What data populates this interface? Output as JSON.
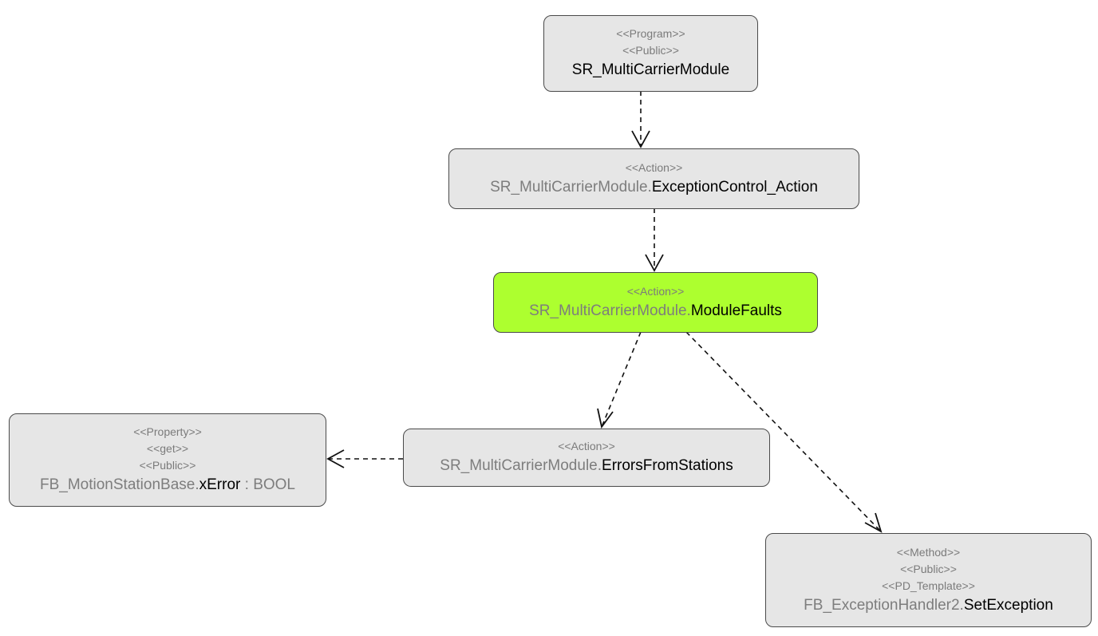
{
  "colors": {
    "node_fill": "#e6e6e6",
    "node_highlight": "#adff2f",
    "node_border": "#4a4a4a",
    "muted_text": "#7d7d7d",
    "main_text": "#000000"
  },
  "nodes": {
    "program": {
      "stereotypes": [
        "<<Program>>",
        "<<Public>>"
      ],
      "owner": "",
      "member": "SR_MultiCarrierModule",
      "type": ""
    },
    "exception_control": {
      "stereotypes": [
        "<<Action>>"
      ],
      "owner": "SR_MultiCarrierModule.",
      "member": "ExceptionControl_Action",
      "type": ""
    },
    "module_faults": {
      "stereotypes": [
        "<<Action>>"
      ],
      "owner": "SR_MultiCarrierModule.",
      "member": "ModuleFaults",
      "type": ""
    },
    "errors_from_stations": {
      "stereotypes": [
        "<<Action>>"
      ],
      "owner": "SR_MultiCarrierModule.",
      "member": "ErrorsFromStations",
      "type": ""
    },
    "xerror": {
      "stereotypes": [
        "<<Property>>",
        "<<get>>",
        "<<Public>>"
      ],
      "owner": "FB_MotionStationBase.",
      "member": "xError",
      "type": " : BOOL"
    },
    "set_exception": {
      "stereotypes": [
        "<<Method>>",
        "<<Public>>",
        "<<PD_Template>>"
      ],
      "owner": "FB_ExceptionHandler2.",
      "member": "SetException",
      "type": ""
    }
  },
  "edges": [
    {
      "from": "program",
      "to": "exception_control",
      "style": "dashed"
    },
    {
      "from": "exception_control",
      "to": "module_faults",
      "style": "dashed"
    },
    {
      "from": "module_faults",
      "to": "errors_from_stations",
      "style": "dashed"
    },
    {
      "from": "module_faults",
      "to": "set_exception",
      "style": "dashed"
    },
    {
      "from": "errors_from_stations",
      "to": "xerror",
      "style": "dashed"
    }
  ]
}
